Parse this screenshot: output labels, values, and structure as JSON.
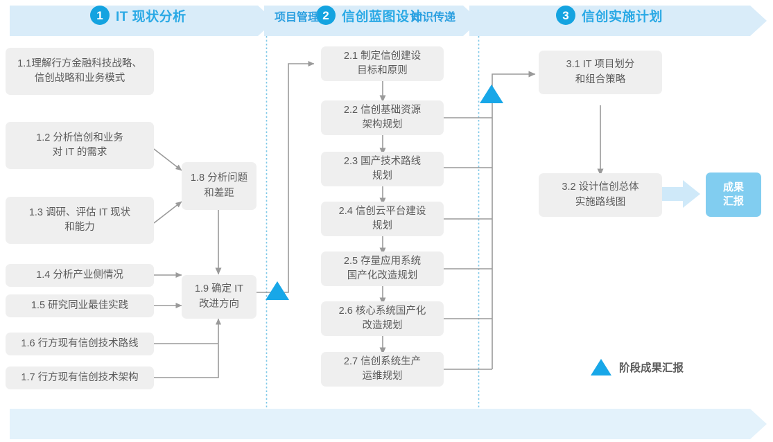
{
  "colors": {
    "accent": "#2aa9e5",
    "banner_fill": "#d9ecf9",
    "box_fill": "#efefef",
    "box_text": "#5b5b5b",
    "badge_fill": "#81cdf0",
    "connector": "#9a9a9a",
    "milestone_triangle": "#18a7e8",
    "dotted_divider": "#7ec8e8",
    "bottom_bar_fill": "#e3f2fb"
  },
  "phases": [
    {
      "number": "1",
      "title": "IT 现状分析"
    },
    {
      "number": "2",
      "title": "信创蓝图设计"
    },
    {
      "number": "3",
      "title": "信创实施计划"
    }
  ],
  "phase1_tasks": [
    {
      "id": "1.1",
      "label": "1.1理解行方金融科技战略、\n信创战略和业务模式"
    },
    {
      "id": "1.2",
      "label": "1.2 分析信创和业务\n对 IT 的需求"
    },
    {
      "id": "1.3",
      "label": "1.3 调研、评估 IT 现状\n和能力"
    },
    {
      "id": "1.4",
      "label": "1.4 分析产业侧情况"
    },
    {
      "id": "1.5",
      "label": "1.5 研究同业最佳实践"
    },
    {
      "id": "1.6",
      "label": "1.6 行方现有信创技术路线"
    },
    {
      "id": "1.7",
      "label": "1.7 行方现有信创技术架构"
    },
    {
      "id": "1.8",
      "label": "1.8 分析问题\n和差距"
    },
    {
      "id": "1.9",
      "label": "1.9 确定 IT\n改进方向"
    }
  ],
  "phase2_tasks": [
    {
      "id": "2.1",
      "label": "2.1 制定信创建设\n目标和原则"
    },
    {
      "id": "2.2",
      "label": "2.2 信创基础资源\n架构规划"
    },
    {
      "id": "2.3",
      "label": "2.3 国产技术路线\n规划"
    },
    {
      "id": "2.4",
      "label": "2.4 信创云平台建设\n规划"
    },
    {
      "id": "2.5",
      "label": "2.5 存量应用系统\n国产化改造规划"
    },
    {
      "id": "2.6",
      "label": "2.6 核心系统国产化\n改造规划"
    },
    {
      "id": "2.7",
      "label": "2.7 信创系统生产\n运维规划"
    }
  ],
  "phase3_tasks": [
    {
      "id": "3.1",
      "label": "3.1 IT 项目划分\n和组合策略"
    },
    {
      "id": "3.2",
      "label": "3.2 设计信创总体\n实施路线图"
    }
  ],
  "result_badge": {
    "label": "成果\n汇报"
  },
  "legend": {
    "label": "阶段成果汇报",
    "icon": "triangle-up-icon"
  },
  "bottom_bar": {
    "items": [
      {
        "label": "项目管理"
      },
      {
        "label": "知识传递"
      }
    ]
  }
}
